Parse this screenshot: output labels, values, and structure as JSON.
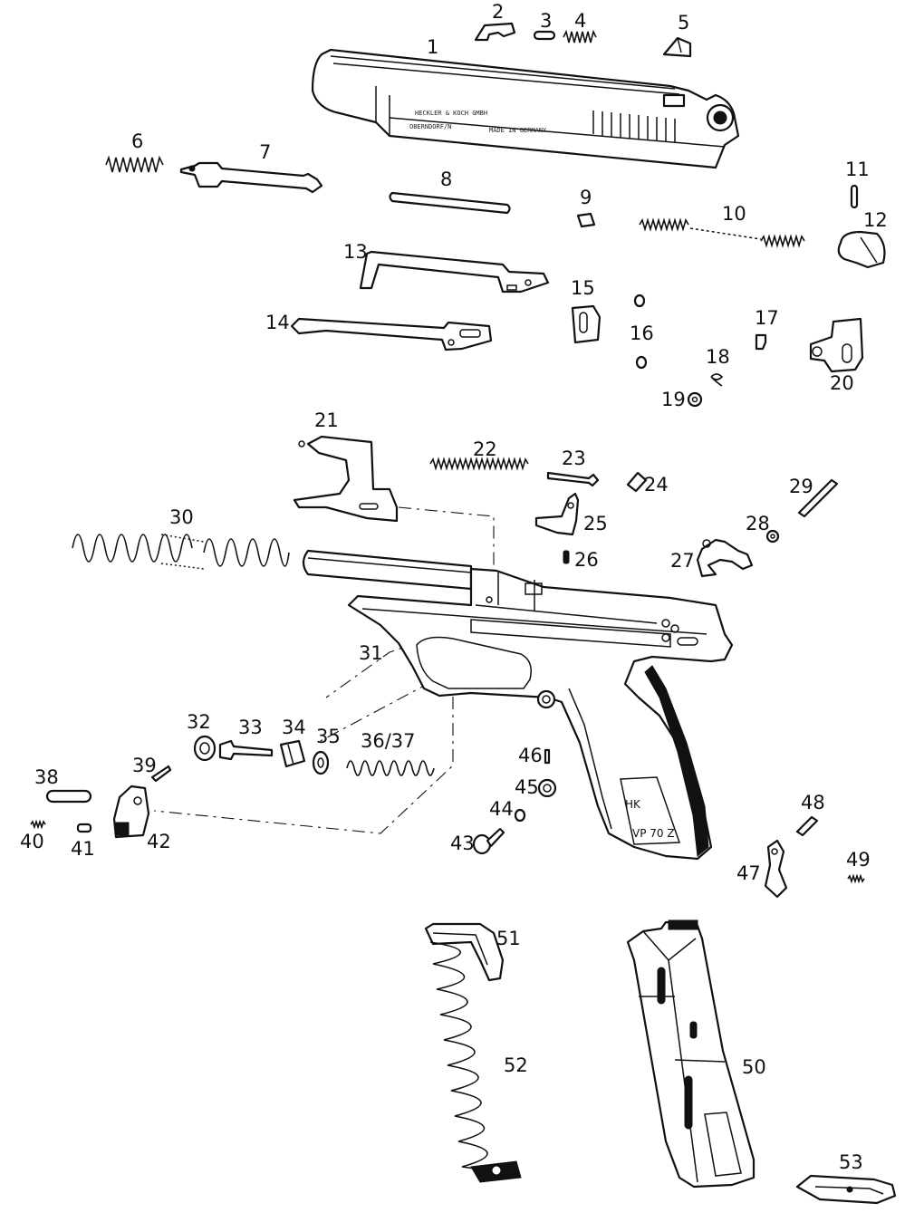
{
  "diagram": {
    "type": "exploded-parts-view",
    "callouts": [
      "1",
      "2",
      "3",
      "4",
      "5",
      "6",
      "7",
      "8",
      "9",
      "10",
      "11",
      "12",
      "13",
      "14",
      "15",
      "16",
      "17",
      "18",
      "19",
      "20",
      "21",
      "22",
      "23",
      "24",
      "25",
      "26",
      "27",
      "28",
      "29",
      "30",
      "31",
      "32",
      "33",
      "34",
      "35",
      "36/37",
      "38",
      "39",
      "40",
      "41",
      "42",
      "43",
      "44",
      "45",
      "46",
      "47",
      "48",
      "49",
      "50",
      "51",
      "52",
      "53"
    ],
    "engraving": {
      "maker": "HECKLER & KOCH GMBH",
      "city": "OBERNDORF/N",
      "country": "MADE IN GERMANY"
    },
    "grip_marking": {
      "logo": "HK",
      "model": "VP 70 Z"
    }
  }
}
